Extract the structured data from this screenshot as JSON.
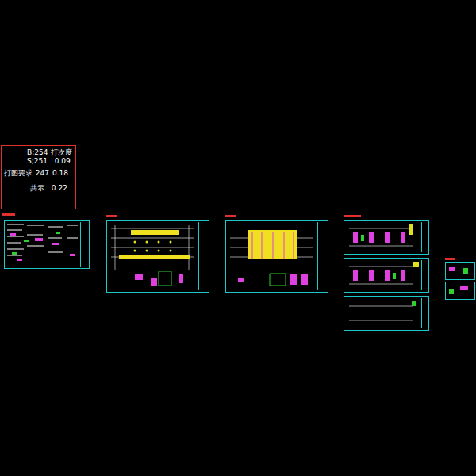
{
  "diagram": {
    "nodes": [
      {
        "text": [
          "B;254 打次度",
          "S;251 0.09",
          "打图要求 247 0.18",
          "共示 0.22"
        ]
      }
    ]
  }
}
